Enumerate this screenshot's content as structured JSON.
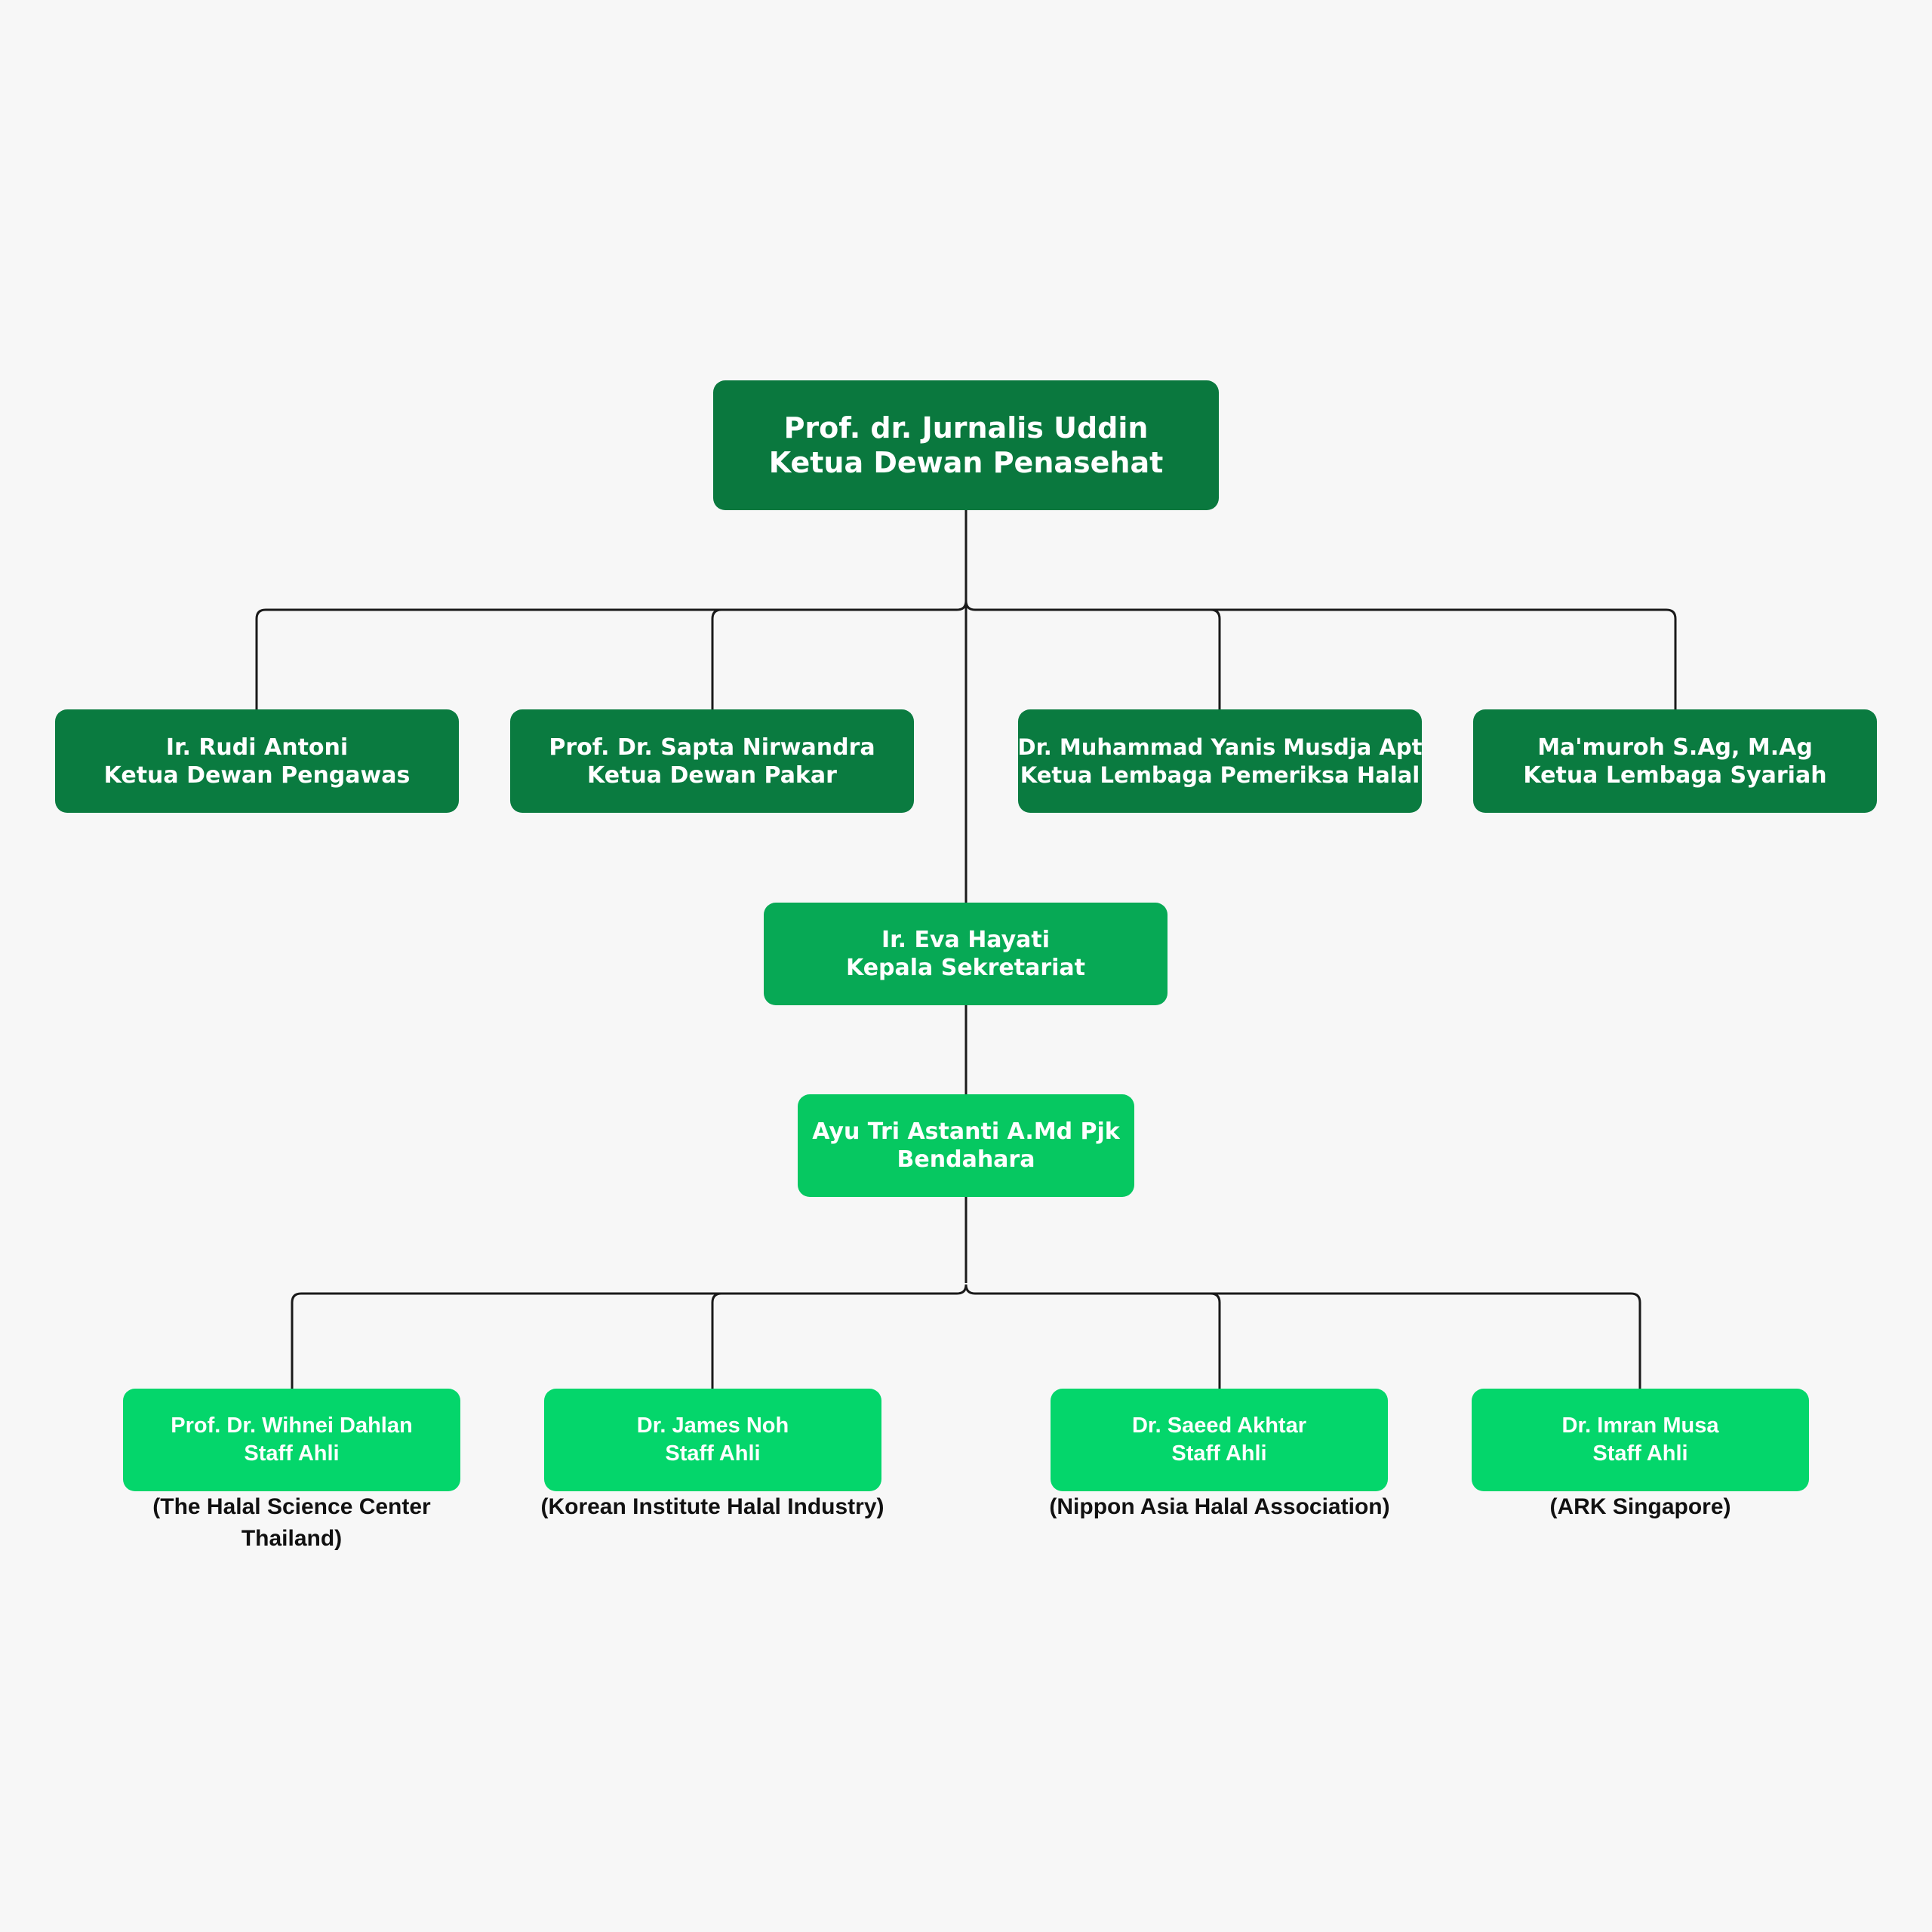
{
  "head": {
    "name": "Prof. dr. Jurnalis Uddin",
    "role": "Ketua Dewan Penasehat"
  },
  "board": [
    {
      "name": "Ir. Rudi Antoni",
      "role": "Ketua Dewan Pengawas"
    },
    {
      "name": "Prof. Dr. Sapta Nirwandra",
      "role": "Ketua Dewan Pakar"
    },
    {
      "name": "Dr. Muhammad Yanis Musdja Apt",
      "role": "Ketua Lembaga Pemeriksa Halal"
    },
    {
      "name": "Ma'muroh S.Ag, M.Ag",
      "role": "Ketua Lembaga Syariah"
    }
  ],
  "secretariat": {
    "name": "Ir. Eva Hayati",
    "role": "Kepala Sekretariat"
  },
  "treasurer": {
    "name": "Ayu Tri Astanti A.Md Pjk",
    "role": "Bendahara"
  },
  "staff": [
    {
      "name": "Prof. Dr. Wihnei Dahlan",
      "role": "Staff Ahli",
      "affiliation": "(The Halal Science Center Thailand)"
    },
    {
      "name": "Dr. James Noh",
      "role": "Staff Ahli",
      "affiliation": "(Korean Institute Halal Industry)"
    },
    {
      "name": "Dr. Saeed Akhtar",
      "role": "Staff Ahli",
      "affiliation": "(Nippon Asia Halal Association)"
    },
    {
      "name": "Dr. Imran Musa",
      "role": "Staff Ahli",
      "affiliation": "(ARK Singapore)"
    }
  ],
  "colors": {
    "top": "#0a783e",
    "board": "#0a7b40",
    "secretariat": "#07a955",
    "treasurer": "#06c861",
    "staff": "#04d66b",
    "connector": "#111111",
    "background": "#f7f7f7"
  }
}
